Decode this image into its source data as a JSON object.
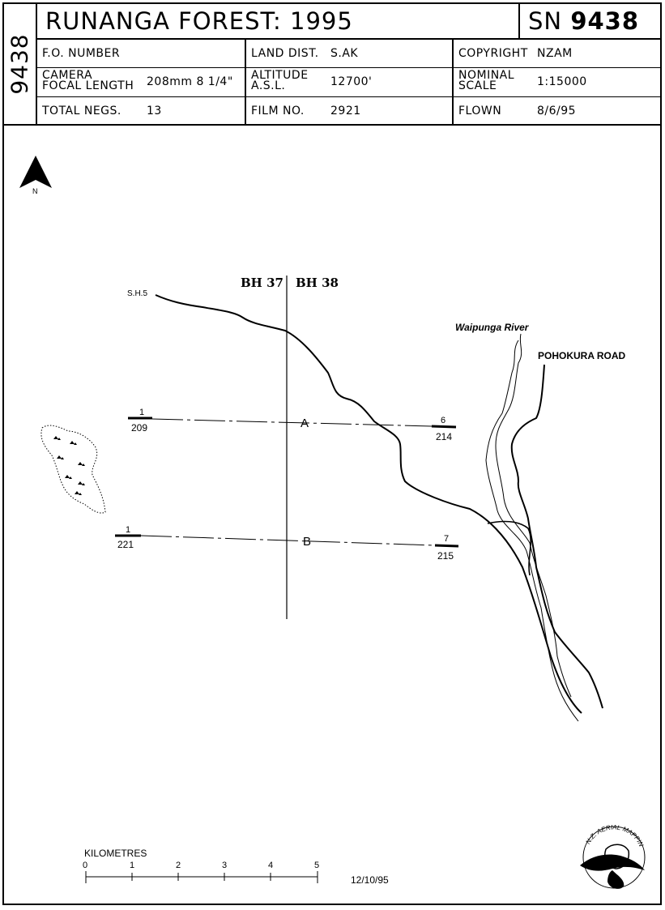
{
  "header": {
    "sn_vertical": "9438",
    "title": "RUNANGA FOREST: 1995",
    "sn_prefix": "SN",
    "sn_number": "9438",
    "fo_number_label": "F.O. NUMBER",
    "fo_number_value": "",
    "land_dist_label": "LAND DIST.",
    "land_dist_value": "S.AK",
    "copyright_label": "COPYRIGHT",
    "copyright_value": "NZAM",
    "camera_label_1": "CAMERA",
    "camera_label_2": "FOCAL LENGTH",
    "camera_value": "208mm 8 1/4\"",
    "altitude_label_1": "ALTITUDE",
    "altitude_label_2": "A.S.L.",
    "altitude_value": "12700'",
    "scale_label_1": "NOMINAL",
    "scale_label_2": "SCALE",
    "scale_value": "1:15000",
    "negs_label": "TOTAL NEGS.",
    "negs_value": "13",
    "film_label": "FILM NO.",
    "film_value": "2921",
    "flown_label": "FLOWN",
    "flown_value": "8/6/95"
  },
  "map": {
    "north_label": "N",
    "grid_left": "BH 37",
    "grid_right": "BH 38",
    "highway_label": "S.H.5",
    "river_label": "Waipunga River",
    "road_label": "POHOKURA ROAD",
    "runs": [
      {
        "id": "A",
        "start_top": "1",
        "start_bottom": "209",
        "end_top": "6",
        "end_bottom": "214"
      },
      {
        "id": "B",
        "start_top": "1",
        "start_bottom": "221",
        "end_top": "7",
        "end_bottom": "215"
      }
    ],
    "scale_title": "KILOMETRES",
    "scale_ticks": [
      "0",
      "1",
      "2",
      "3",
      "4",
      "5"
    ],
    "date": "12/10/95",
    "logo_text": "N.Z. AERIAL MAPPING"
  }
}
